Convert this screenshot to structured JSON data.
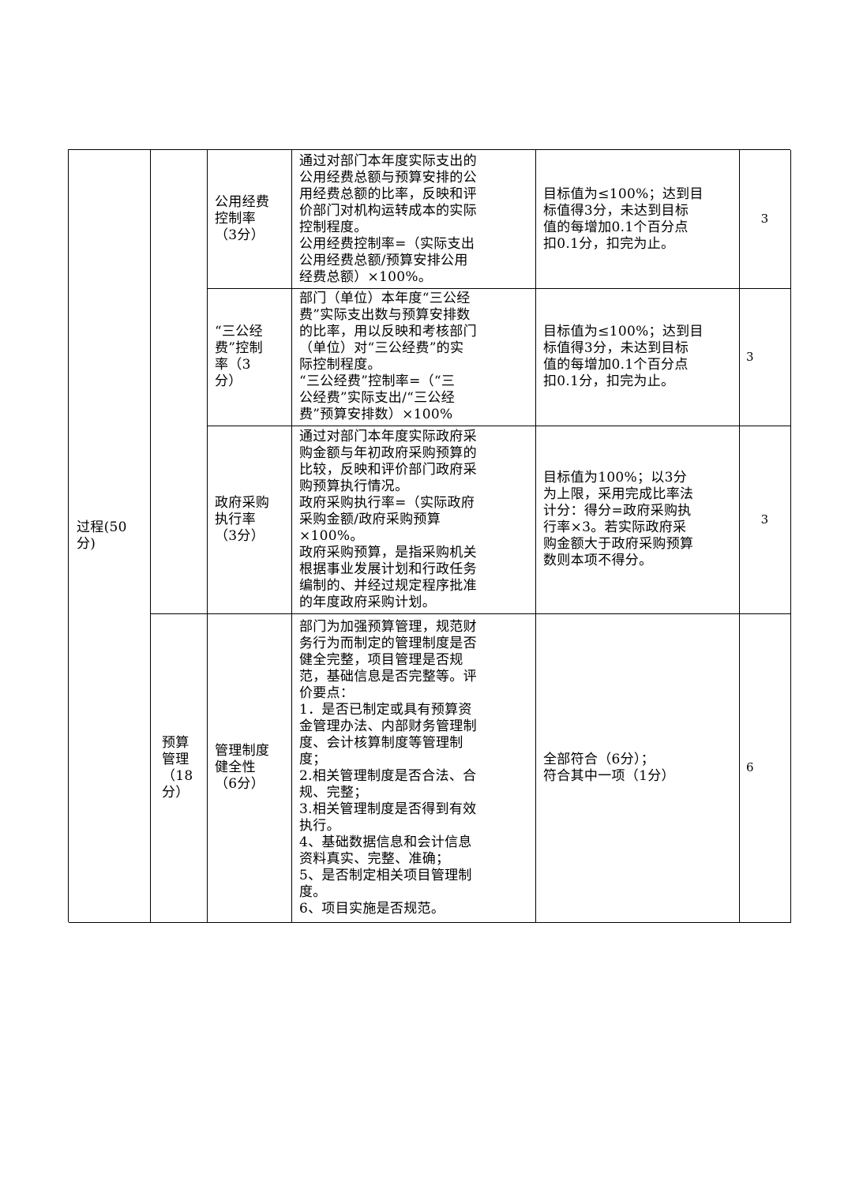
{
  "table": {
    "category": "过程(50\n分)",
    "subcategory_budget": "预算\n管理\n（18\n分）",
    "rows": [
      {
        "indicator": "公用经费\n控制率\n（3分）",
        "description": "通过对部门本年度实际支出的\n公用经费总额与预算安排的公\n用经费总额的比率，反映和评\n价部门对机构运转成本的实际\n控制程度。\n公用经费控制率=（实际支出\n公用经费总额/预算安排公用\n经费总额）×100%。",
        "standard": "目标值为≤100%；达到目\n标值得3分，未达到目标\n值的每增加0.1个百分点\n扣0.1分，扣完为止。",
        "score": "3"
      },
      {
        "indicator": "“三公经\n费”控制\n率（3\n分）",
        "description": "部门（单位）本年度“三公经\n费”实际支出数与预算安排数\n的比率，用以反映和考核部门\n（单位）对“三公经费”的实\n际控制程度。\n“三公经费”控制率=（“三\n公经费”实际支出/“三公经\n费”预算安排数）×100%",
        "standard": "目标值为≤100%；达到目\n标值得3分，未达到目标\n值的每增加0.1个百分点\n扣0.1分，扣完为止。",
        "score": "3"
      },
      {
        "indicator": "政府采购\n执行率\n（3分）",
        "description": "通过对部门本年度实际政府采\n购金额与年初政府采购预算的\n比较，反映和评价部门政府采\n购预算执行情况。\n政府采购执行率=（实际政府\n采购金额/政府采购预算\n×100%。\n政府采购预算，是指采购机关\n根据事业发展计划和行政任务\n编制的、并经过规定程序批准\n的年度政府采购计划。",
        "standard": "目标值为100%；以3分\n为上限，采用完成比率法\n计分：得分=政府采购执\n行率×3。若实际政府采\n购金额大于政府采购预算\n数则本项不得分。",
        "score": "3"
      },
      {
        "indicator": "管理制度\n健全性\n（6分）",
        "description": "部门为加强预算管理，规范财\n务行为而制定的管理制度是否\n健全完整，项目管理是否规\n范，基础信息是否完整等。评\n价要点：\n1．是否已制定或具有预算资\n金管理办法、内部财务管理制\n度、会计核算制度等管理制\n度；\n2.相关管理制度是否合法、合\n规、完整；\n3.相关管理制度是否得到有效\n执行。\n4、基础数据信息和会计信息\n资料真实、完整、准确；\n5、是否制定相关项目管理制\n度。\n6、项目实施是否规范。",
        "standard": "全部符合（6分）；\n符合其中一项（1分）",
        "score": "6"
      }
    ]
  }
}
